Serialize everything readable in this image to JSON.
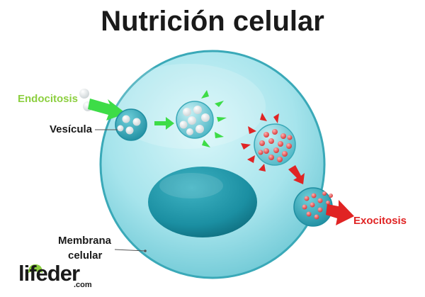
{
  "title": "Nutrición celular",
  "labels": {
    "endocitosis": "Endocitosis",
    "vesicula": "Vesícula",
    "exocitosis": "Exocitosis",
    "membrana_line1": "Membrana",
    "membrana_line2": "celular"
  },
  "logo": {
    "name": "lifeder",
    "suffix": ".com"
  },
  "colors": {
    "cell_fill": "#8fdbe6",
    "cell_outline": "#3aa9b8",
    "nucleus": "#1f8ea1",
    "vesicle": "#5fc7d3",
    "endocitosis_green": "#8ccf3f",
    "arrow_green": "#3ddc47",
    "exocitosis_red": "#e02424",
    "particle_white": "#ffffff",
    "particle_red": "#f07070"
  }
}
